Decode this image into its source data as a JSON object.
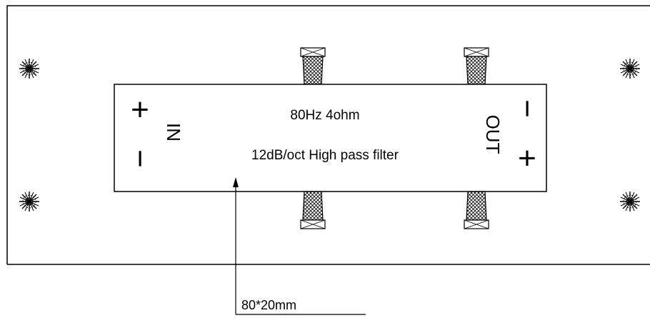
{
  "label": {
    "spec_line1": "80Hz  4ohm",
    "spec_line2": "12dB/oct High pass filter",
    "dimension": "80*20mm",
    "in_text": "IN",
    "out_text": "OUT",
    "in_plus": "+",
    "in_minus": "−",
    "out_plus": "+",
    "out_minus": "−"
  },
  "colors": {
    "line": "#000000",
    "background": "#ffffff"
  }
}
